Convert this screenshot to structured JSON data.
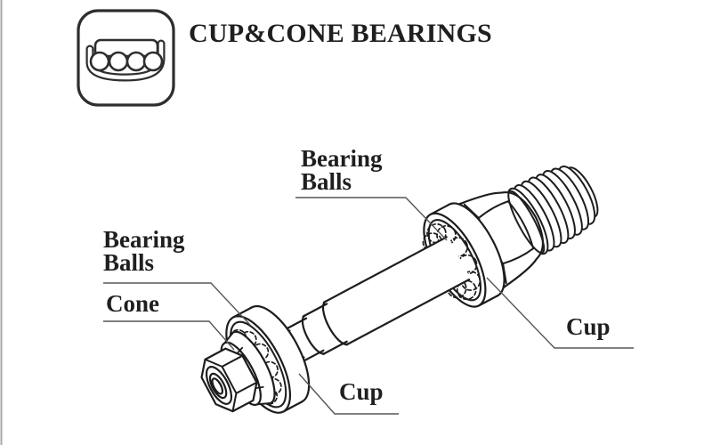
{
  "page": {
    "background": "#ffffff",
    "left_edge_line_color": "#a8a8a8"
  },
  "header": {
    "title": "CUP&CONE BEARINGS",
    "icon": "cup-and-cone-bearing-icon"
  },
  "colors": {
    "line": "#1d1d1d",
    "leader": "#565656",
    "text": "#1f1f1f"
  },
  "callouts": [
    {
      "id": "bearing-balls-top",
      "text": "Bearing\nBalls"
    },
    {
      "id": "bearing-balls-left",
      "text": "Bearing\nBalls"
    },
    {
      "id": "cone-left",
      "text": "Cone"
    },
    {
      "id": "cup-bottom",
      "text": "Cup"
    },
    {
      "id": "cup-right",
      "text": "Cup"
    }
  ]
}
